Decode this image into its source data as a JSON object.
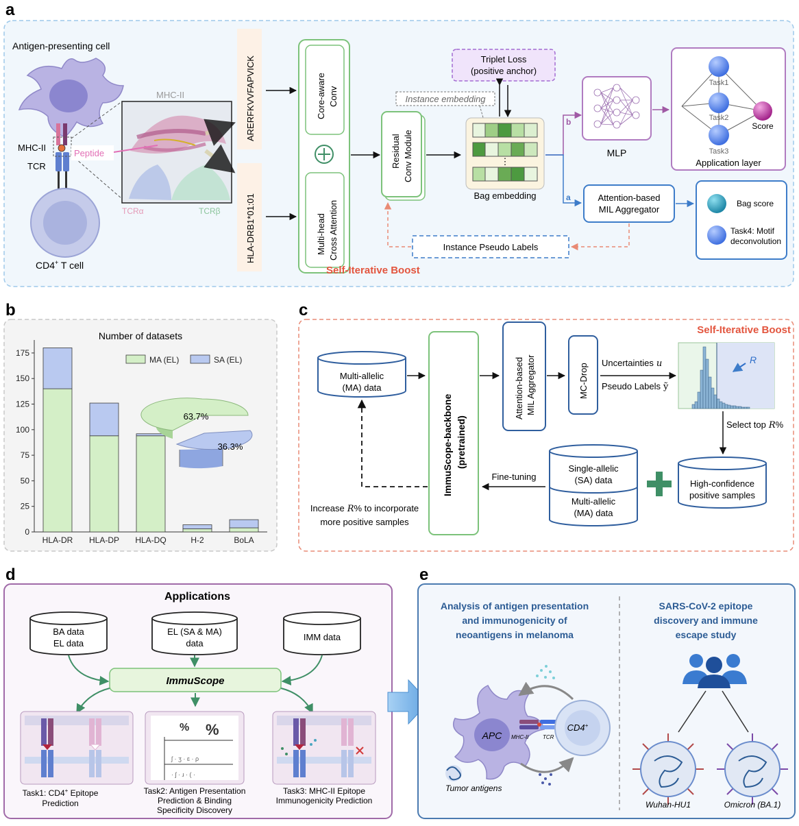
{
  "panel_a": {
    "letter": "a",
    "apc_label": "Antigen-presenting cell",
    "mhc_label": "MHC-II",
    "tcr_label": "TCR",
    "tcell_label": "CD4",
    "tcell_sup": "+",
    "tcell_label_2": " T cell",
    "structure_title": "MHC-II",
    "peptide_label": "Peptide",
    "tcra_label": "TCRα",
    "tcrb_label": "TCRβ",
    "peptide_seq": "ARERFKVVFAPVICK",
    "allele": "HLA-DRB1*01:01",
    "core_conv": [
      "Core-aware",
      "Conv"
    ],
    "cross_attn": [
      "Multi-head",
      "Cross Attention"
    ],
    "residual": [
      "Residual",
      "Conv Module"
    ],
    "triplet": [
      "Triplet Loss",
      "(positive anchor)"
    ],
    "instance_emb": "Instance embedding",
    "bag_emb": "Bag embedding",
    "branch_b": "b",
    "branch_a": "a",
    "mlp": "MLP",
    "app_layer": "Application layer",
    "task1": "Task1",
    "task2": "Task2",
    "task3": "Task3",
    "score": "Score",
    "mil": [
      "Attention-based",
      "MIL Aggregator"
    ],
    "bag_score": "Bag score",
    "task4": [
      "Task4: Motif",
      "deconvolution"
    ],
    "pseudo": "Instance Pseudo Labels",
    "boost": "Self-Iterative Boost"
  },
  "panel_b": {
    "letter": "b"
  },
  "chart_data": {
    "type": "bar",
    "title": "Number of  datasets",
    "categories": [
      "HLA-DR",
      "HLA-DP",
      "HLA-DQ",
      "H-2",
      "BoLA"
    ],
    "series": [
      {
        "name": "MA (EL)",
        "values": [
          140,
          94,
          94,
          3,
          4
        ],
        "color": "#d4efc7"
      },
      {
        "name": "SA (EL)",
        "values": [
          40,
          32,
          2,
          4,
          8
        ],
        "color": "#b9c9f0"
      }
    ],
    "stacked": true,
    "ylim": [
      0,
      185
    ],
    "yticks": [
      0,
      25,
      50,
      75,
      100,
      125,
      150,
      175
    ],
    "legend_position": "top-right",
    "inset_pie": {
      "slices": [
        {
          "name": "MA (EL)",
          "label": "63.7%",
          "value": 63.7
        },
        {
          "name": "SA (EL)",
          "label": "36.3%",
          "value": 36.3
        }
      ]
    }
  },
  "panel_c": {
    "letter": "c",
    "boost": "Self-Iterative Boost",
    "ma_data": [
      "Multi-allelic",
      "(MA) data"
    ],
    "backbone": [
      "ImmuScope-backbone",
      "(pretrained)"
    ],
    "mil": [
      "Attention-based",
      "MIL Aggregator"
    ],
    "mcdrop": "MC-Drop",
    "uncert": "Uncertainties",
    "uncert_sym": "u",
    "pseudo": "Pseudo Labels",
    "pseudo_sym": "ỹ",
    "r_sym": "R",
    "select": "Select top",
    "select_sym": "R",
    "select_pct": "%",
    "high_conf": [
      "High-confidence",
      "positive samples"
    ],
    "sa_data": [
      "Single-allelic",
      "(SA) data"
    ],
    "ma_data2": [
      "Multi-allelic",
      "(MA) data"
    ],
    "finetune": "Fine-tuning",
    "increase_1a": "Increase",
    "increase_sym": "R",
    "increase_1b": "% to incorporate",
    "increase_2": "more positive samples"
  },
  "panel_d": {
    "letter": "d",
    "title": "Applications",
    "ba": [
      "BA data",
      "EL data"
    ],
    "el": [
      "EL (SA & MA)",
      "data"
    ],
    "imm": "IMM data",
    "center": "ImmuScope",
    "task1": [
      "Task1: CD4",
      "+",
      " Epitope",
      "Prediction"
    ],
    "task2": [
      "Task2: Antigen Presentation",
      "Prediction & Binding",
      "Specificity Discovery"
    ],
    "task3": [
      "Task3: MHC-II Epitope",
      "Immunogenicity Prediction"
    ]
  },
  "panel_e": {
    "letter": "e",
    "left_title": [
      "Analysis of antigen presentation",
      "and immunogenicity of",
      "neoantigens in melanoma"
    ],
    "right_title": [
      "SARS-CoV-2 epitope",
      "discovery and immune",
      "escape study"
    ],
    "apc": "APC",
    "cd4": "CD4",
    "cd4_sup": "+",
    "mhc": "MHC-II",
    "tcr": "TCR",
    "tumor": "Tumor antigens",
    "wuhan": "Wuhan-HU1",
    "omicron": "Omicron (BA.1)"
  }
}
